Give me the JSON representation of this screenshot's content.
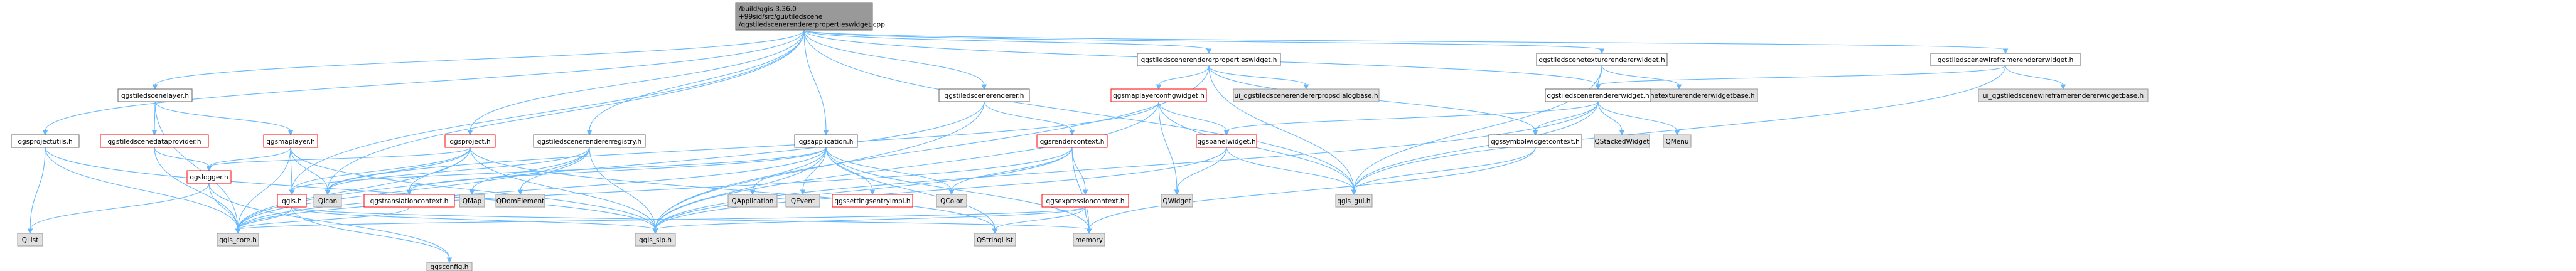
{
  "colors": {
    "root_fill": "#999999",
    "root_stroke": "#666666",
    "node_fill": "#ffffff",
    "node_stroke": "#666666",
    "red_stroke": "#ff0000",
    "external_fill": "#e0e0e0",
    "external_stroke": "#999999",
    "edge": "#63b8ff"
  },
  "nodes": [
    {
      "id": "root",
      "lines": [
        "/build/qgis-3.36.0",
        "+99sid/src/gui/tiledscene",
        "/qgstiledscenerendererpropertieswidget.cpp"
      ],
      "kind": "root"
    },
    {
      "id": "tsl",
      "lines": [
        "qgstiledscenelayer.h"
      ],
      "kind": "normal"
    },
    {
      "id": "qpu",
      "lines": [
        "qgsprojectutils.h"
      ],
      "kind": "normal"
    },
    {
      "id": "tsdp",
      "lines": [
        "qgstiledscenedataprovider.h"
      ],
      "kind": "red"
    },
    {
      "id": "ml",
      "lines": [
        "qgsmaplayer.h"
      ],
      "kind": "red"
    },
    {
      "id": "logger",
      "lines": [
        "qgslogger.h"
      ],
      "kind": "red"
    },
    {
      "id": "qgish",
      "lines": [
        "qgis.h"
      ],
      "kind": "red"
    },
    {
      "id": "qlist",
      "lines": [
        "QList"
      ],
      "kind": "ext"
    },
    {
      "id": "qgiscore",
      "lines": [
        "qgis_core.h"
      ],
      "kind": "ext"
    },
    {
      "id": "qgisconfig",
      "lines": [
        "qgsconfig.h"
      ],
      "kind": "ext"
    },
    {
      "id": "qgissip",
      "lines": [
        "qgis_sip.h"
      ],
      "kind": "ext"
    },
    {
      "id": "qicon",
      "lines": [
        "QIcon"
      ],
      "kind": "ext"
    },
    {
      "id": "proj",
      "lines": [
        "qgsproject.h"
      ],
      "kind": "red"
    },
    {
      "id": "trans",
      "lines": [
        "qgstranslationcontext.h"
      ],
      "kind": "red"
    },
    {
      "id": "reg",
      "lines": [
        "qgstiledscenerendererregistry.h"
      ],
      "kind": "normal"
    },
    {
      "id": "qmap",
      "lines": [
        "QMap"
      ],
      "kind": "ext"
    },
    {
      "id": "qdom",
      "lines": [
        "QDomElement"
      ],
      "kind": "ext"
    },
    {
      "id": "app",
      "lines": [
        "qgsapplication.h"
      ],
      "kind": "normal"
    },
    {
      "id": "qapp",
      "lines": [
        "QApplication"
      ],
      "kind": "ext"
    },
    {
      "id": "qevent",
      "lines": [
        "QEvent"
      ],
      "kind": "ext"
    },
    {
      "id": "settings",
      "lines": [
        "qgssettingsentryimpl.h"
      ],
      "kind": "red"
    },
    {
      "id": "qcolor",
      "lines": [
        "QColor"
      ],
      "kind": "ext"
    },
    {
      "id": "qstringlist",
      "lines": [
        "QStringList"
      ],
      "kind": "ext"
    },
    {
      "id": "renderer",
      "lines": [
        "qgstiledscenerenderer.h"
      ],
      "kind": "normal"
    },
    {
      "id": "rctx",
      "lines": [
        "qgsrendercontext.h"
      ],
      "kind": "red"
    },
    {
      "id": "ectx",
      "lines": [
        "qgsexpressioncontext.h"
      ],
      "kind": "red"
    },
    {
      "id": "memory",
      "lines": [
        "memory"
      ],
      "kind": "ext"
    },
    {
      "id": "rpw",
      "lines": [
        "qgstiledscenerendererpropertieswidget.h"
      ],
      "kind": "normal"
    },
    {
      "id": "mlcw",
      "lines": [
        "qgsmaplayerconfigwidget.h"
      ],
      "kind": "red"
    },
    {
      "id": "uirp",
      "lines": [
        "ui_qgstiledscenerendererpropsdialogbase.h"
      ],
      "kind": "ext"
    },
    {
      "id": "panel",
      "lines": [
        "qgspanelwidget.h"
      ],
      "kind": "red"
    },
    {
      "id": "qwidget",
      "lines": [
        "QWidget"
      ],
      "kind": "ext"
    },
    {
      "id": "qgisgui",
      "lines": [
        "qgis_gui.h"
      ],
      "kind": "ext"
    },
    {
      "id": "trw",
      "lines": [
        "qgstiledscenetexturerendererwidget.h"
      ],
      "kind": "normal"
    },
    {
      "id": "uitr",
      "lines": [
        "ui_qgstiledscenetexturerendererwidgetbase.h"
      ],
      "kind": "ext"
    },
    {
      "id": "rw",
      "lines": [
        "qgstiledscenerendererwidget.h"
      ],
      "kind": "normal"
    },
    {
      "id": "qstacked",
      "lines": [
        "QStackedWidget"
      ],
      "kind": "ext"
    },
    {
      "id": "qmenu",
      "lines": [
        "QMenu"
      ],
      "kind": "ext"
    },
    {
      "id": "swc",
      "lines": [
        "qgssymbolwidgetcontext.h"
      ],
      "kind": "normal"
    },
    {
      "id": "wfr",
      "lines": [
        "qgstiledscenewireframerendererwidget.h"
      ],
      "kind": "normal"
    },
    {
      "id": "uiwf",
      "lines": [
        "ui_qgstiledscenewireframerendererwidgetbase.h"
      ],
      "kind": "ext"
    }
  ],
  "edges": [
    [
      "root",
      "tsl"
    ],
    [
      "root",
      "qpu"
    ],
    [
      "root",
      "proj"
    ],
    [
      "root",
      "reg"
    ],
    [
      "root",
      "app"
    ],
    [
      "root",
      "renderer"
    ],
    [
      "root",
      "rpw"
    ],
    [
      "root",
      "trw"
    ],
    [
      "root",
      "wfr"
    ],
    [
      "root",
      "rw"
    ],
    [
      "root",
      "qgisgui"
    ],
    [
      "root",
      "qgish"
    ],
    [
      "root",
      "qicon"
    ],
    [
      "tsl",
      "tsdp"
    ],
    [
      "tsl",
      "ml"
    ],
    [
      "tsl",
      "qgiscore"
    ],
    [
      "qpu",
      "qlist"
    ],
    [
      "qpu",
      "qgiscore"
    ],
    [
      "qpu",
      "qgissip"
    ],
    [
      "tsdp",
      "logger"
    ],
    [
      "tsdp",
      "qgiscore"
    ],
    [
      "ml",
      "qgiscore"
    ],
    [
      "ml",
      "qgissip"
    ],
    [
      "ml",
      "qicon"
    ],
    [
      "ml",
      "qgish"
    ],
    [
      "ml",
      "logger"
    ],
    [
      "logger",
      "qlist"
    ],
    [
      "logger",
      "qgiscore"
    ],
    [
      "logger",
      "qgisconfig"
    ],
    [
      "qgish",
      "qgiscore"
    ],
    [
      "qgish",
      "qgissip"
    ],
    [
      "qgish",
      "qgisconfig"
    ],
    [
      "qgish",
      "memory"
    ],
    [
      "proj",
      "logger"
    ],
    [
      "proj",
      "qgish"
    ],
    [
      "proj",
      "trans"
    ],
    [
      "proj",
      "qgiscore"
    ],
    [
      "proj",
      "qgissip"
    ],
    [
      "proj",
      "qicon"
    ],
    [
      "proj",
      "qstringlist"
    ],
    [
      "trans",
      "qgiscore"
    ],
    [
      "reg",
      "qgiscore"
    ],
    [
      "reg",
      "qmap"
    ],
    [
      "reg",
      "qdom"
    ],
    [
      "reg",
      "qgissip"
    ],
    [
      "reg",
      "qicon"
    ],
    [
      "app",
      "qgiscore"
    ],
    [
      "app",
      "qgissip"
    ],
    [
      "app",
      "qapp"
    ],
    [
      "app",
      "qevent"
    ],
    [
      "app",
      "settings"
    ],
    [
      "app",
      "qcolor"
    ],
    [
      "app",
      "qstringlist"
    ],
    [
      "app",
      "trans"
    ],
    [
      "app",
      "qgish"
    ],
    [
      "app",
      "memory"
    ],
    [
      "renderer",
      "rctx"
    ],
    [
      "renderer",
      "qgiscore"
    ],
    [
      "renderer",
      "qgissip"
    ],
    [
      "rctx",
      "qcolor"
    ],
    [
      "rctx",
      "memory"
    ],
    [
      "rctx",
      "ectx"
    ],
    [
      "rctx",
      "qgiscore"
    ],
    [
      "rctx",
      "qgissip"
    ],
    [
      "ectx",
      "qgiscore"
    ],
    [
      "ectx",
      "qgissip"
    ],
    [
      "ectx",
      "qstringlist"
    ],
    [
      "ectx",
      "memory"
    ],
    [
      "rpw",
      "mlcw"
    ],
    [
      "rpw",
      "uirp"
    ],
    [
      "rpw",
      "swc"
    ],
    [
      "rpw",
      "qgisgui"
    ],
    [
      "rpw",
      "qgissip"
    ],
    [
      "mlcw",
      "panel"
    ],
    [
      "mlcw",
      "qwidget"
    ],
    [
      "mlcw",
      "qgisgui"
    ],
    [
      "mlcw",
      "qgissip"
    ],
    [
      "mlcw",
      "qicon"
    ],
    [
      "panel",
      "qwidget"
    ],
    [
      "panel",
      "qgisgui"
    ],
    [
      "panel",
      "qgissip"
    ],
    [
      "trw",
      "rw"
    ],
    [
      "trw",
      "uitr"
    ],
    [
      "trw",
      "qgisgui"
    ],
    [
      "rw",
      "panel"
    ],
    [
      "rw",
      "swc"
    ],
    [
      "rw",
      "qstacked"
    ],
    [
      "rw",
      "qmenu"
    ],
    [
      "rw",
      "qgisgui"
    ],
    [
      "rw",
      "qgissip"
    ],
    [
      "swc",
      "qgisgui"
    ],
    [
      "swc",
      "memory"
    ],
    [
      "wfr",
      "rw"
    ],
    [
      "wfr",
      "uiwf"
    ],
    [
      "wfr",
      "qgisgui"
    ]
  ]
}
